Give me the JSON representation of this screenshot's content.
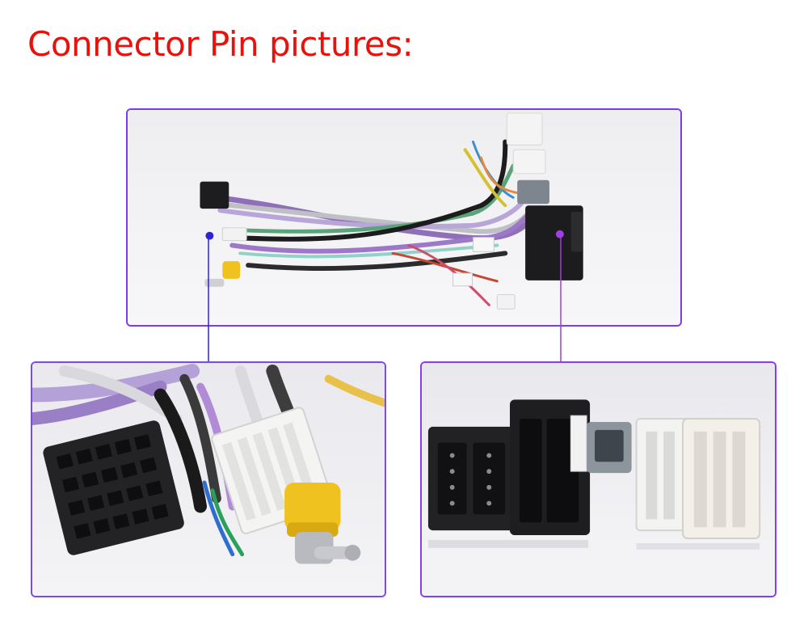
{
  "page": {
    "title": "Connector Pin pictures:"
  },
  "colors": {
    "title": "#e8120c",
    "frame": "#8a3df0",
    "left_pointer": "#2e22e0",
    "right_pointer": "#a23ce6"
  },
  "images": {
    "overview": "wiring-harness-overview-photo",
    "left_detail": "black-and-white-connectors-with-rca-plug-photo",
    "right_detail": "iso-and-oem-connectors-photo"
  }
}
